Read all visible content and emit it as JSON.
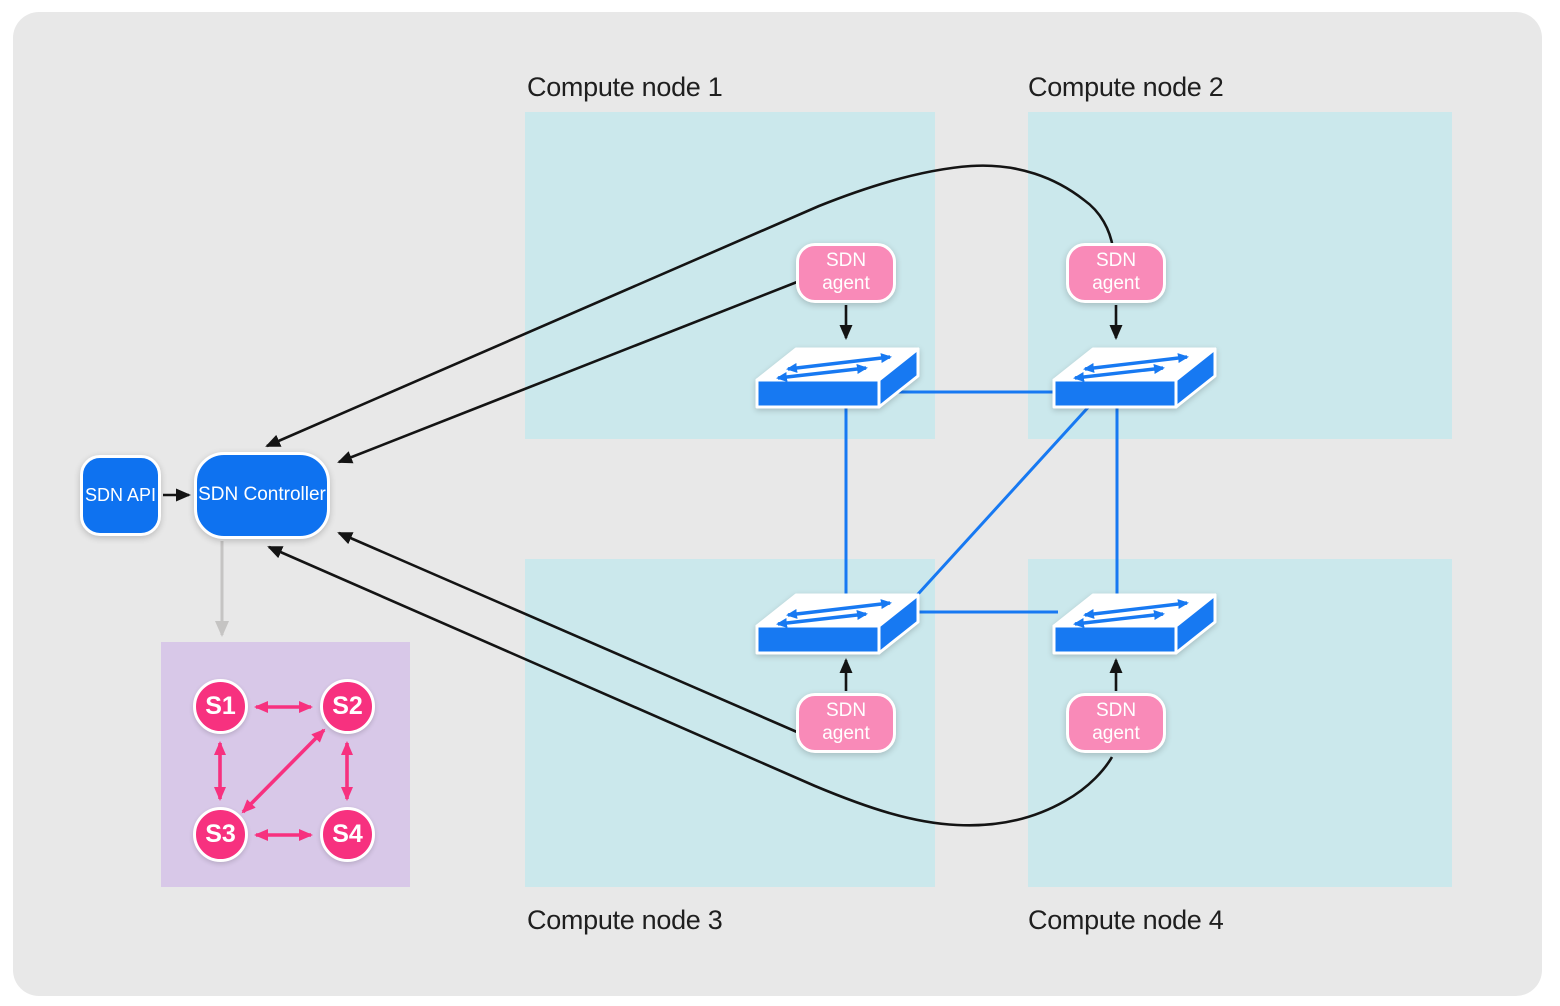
{
  "compute_nodes": [
    {
      "label": "Compute node 1"
    },
    {
      "label": "Compute node 2"
    },
    {
      "label": "Compute node 3"
    },
    {
      "label": "Compute node 4"
    }
  ],
  "api": {
    "label": "SDN API"
  },
  "controller": {
    "label": "SDN Controller"
  },
  "agents": [
    {
      "label": "SDN agent",
      "compute_node": "Compute node 1"
    },
    {
      "label": "SDN agent",
      "compute_node": "Compute node 2"
    },
    {
      "label": "SDN agent",
      "compute_node": "Compute node 3"
    },
    {
      "label": "SDN agent",
      "compute_node": "Compute node 4"
    }
  ],
  "topology": {
    "switches": [
      {
        "label": "S1"
      },
      {
        "label": "S2"
      },
      {
        "label": "S3"
      },
      {
        "label": "S4"
      }
    ],
    "links": [
      "S1-S2",
      "S1-S3",
      "S2-S3",
      "S2-S4",
      "S3-S4"
    ]
  },
  "network_links": [
    "switch1-switch2",
    "switch1-switch3",
    "switch2-switch3",
    "switch2-switch4",
    "switch3-switch4"
  ],
  "control_links": [
    "api-controller",
    "agent1-controller",
    "agent2-controller",
    "agent3-controller",
    "agent4-controller",
    "controller-topology"
  ],
  "colors": {
    "background": "#e8e8e8",
    "compute_node_fill": "#cbe8ec",
    "primary_blue": "#0e72f0",
    "link_blue": "#1779f2",
    "agent_pink": "#f98ab8",
    "switch_pink": "#f7317f",
    "topology_fill": "#d8c8e8",
    "arrow_black": "#141414",
    "arrow_gray": "#c5c4c3",
    "label_color": "#1f1f1f"
  }
}
